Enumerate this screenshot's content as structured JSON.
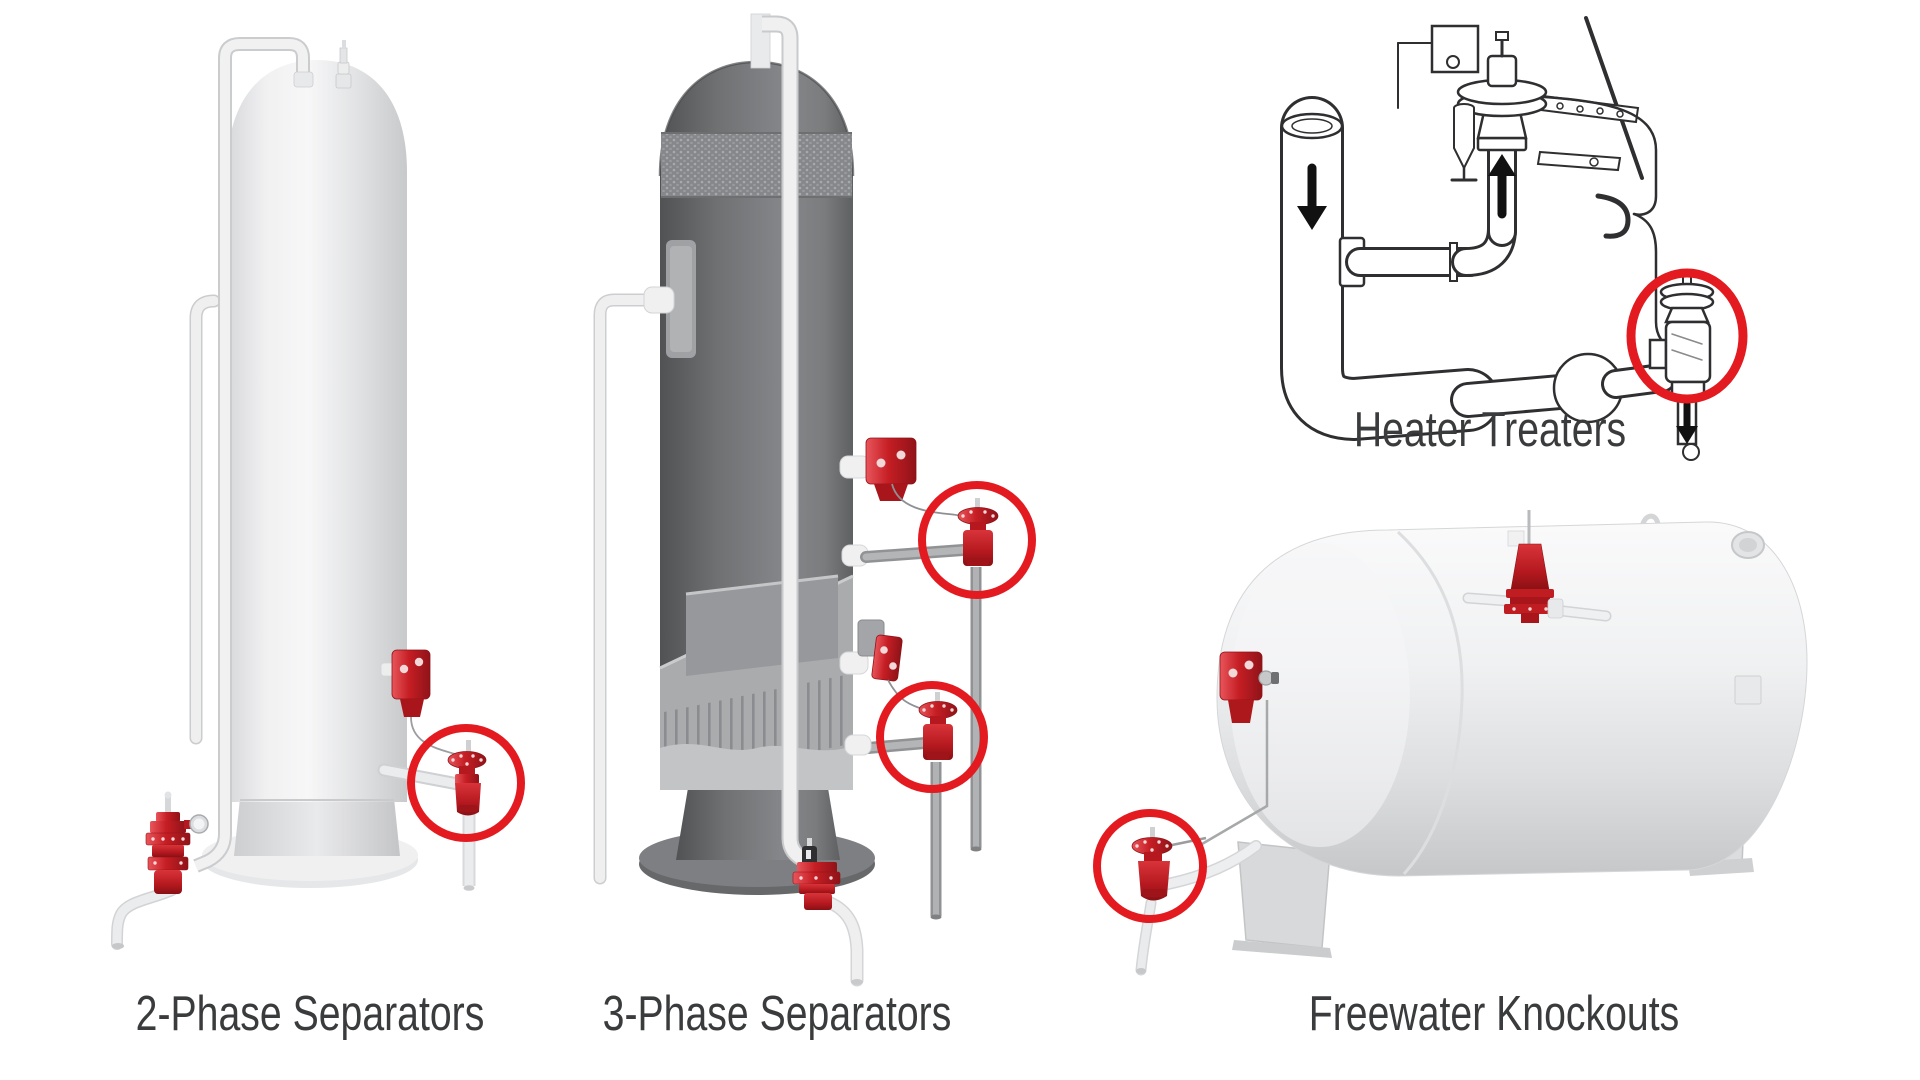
{
  "figure": {
    "background": "#ffffff",
    "description_style": "product application illustration"
  },
  "labels": {
    "two_phase": "2-Phase Separators",
    "three_phase": "3-Phase Separators",
    "heater_treaters": "Heater Treaters",
    "freewater_knockouts": "Freewater Knockouts"
  },
  "highlights": {
    "shape": "red-circle",
    "color": "#e31b20",
    "count": 5,
    "per_equipment": {
      "two_phase_separator": 1,
      "three_phase_separator": 2,
      "heater_treater": 1,
      "freewater_knockout": 1
    }
  },
  "palette": {
    "highlight_red": "#e31b20",
    "valve_red": "#c51e24",
    "valve_red_dark": "#8f1318",
    "tank_white": "#eff0f1",
    "tank_dark_gray": "#77797b",
    "pipe_white": "#f0f0f1",
    "pipe_gray": "#a0a2a4",
    "line_art": "#2f2f31",
    "label_text": "#3a3b3c"
  },
  "icons": [
    {
      "name": "down-arrow-icon",
      "meaning": "flow direction down"
    },
    {
      "name": "up-arrow-icon",
      "meaning": "flow direction up"
    }
  ]
}
